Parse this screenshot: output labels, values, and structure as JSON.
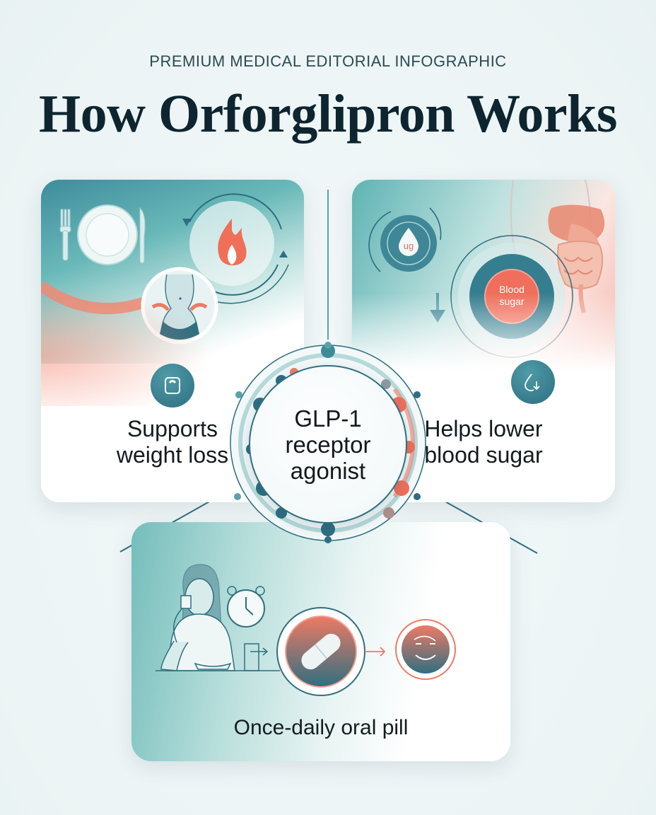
{
  "header": {
    "kicker": "PREMIUM MEDICAL EDITORIAL INFOGRAPHIC",
    "title": "How Orforglipron Works"
  },
  "center": {
    "lines": [
      "GLP-1",
      "receptor",
      "agonist"
    ]
  },
  "cards": {
    "left": {
      "label_lines": [
        "Supports",
        "weight loss"
      ],
      "icon": "scale-icon",
      "illustration": [
        "fork-icon",
        "plate-icon",
        "knife-icon",
        "waist-icon",
        "flame-icon"
      ]
    },
    "right": {
      "label_lines": [
        "Helps lower",
        "blood sugar"
      ],
      "icon": "drop-down-arrow-icon",
      "badge_small": "ug",
      "badge_large": [
        "Blood",
        "sugar"
      ],
      "illustration": [
        "droplet-icon",
        "blood-sugar-badge",
        "digestive-organs-illustration",
        "down-arrow-icon"
      ]
    },
    "bottom": {
      "label": "Once-daily oral pill",
      "illustration": [
        "woman-drinking-illustration",
        "alarm-clock-icon",
        "pill-icon",
        "cycle-smile-icon"
      ]
    }
  },
  "colors": {
    "teal_dark": "#2d6e82",
    "teal_mid": "#4f9ba7",
    "teal_light": "#bfe2df",
    "coral": "#ee7a64",
    "text_dark": "#0e2530",
    "background": "#eef5f6"
  }
}
